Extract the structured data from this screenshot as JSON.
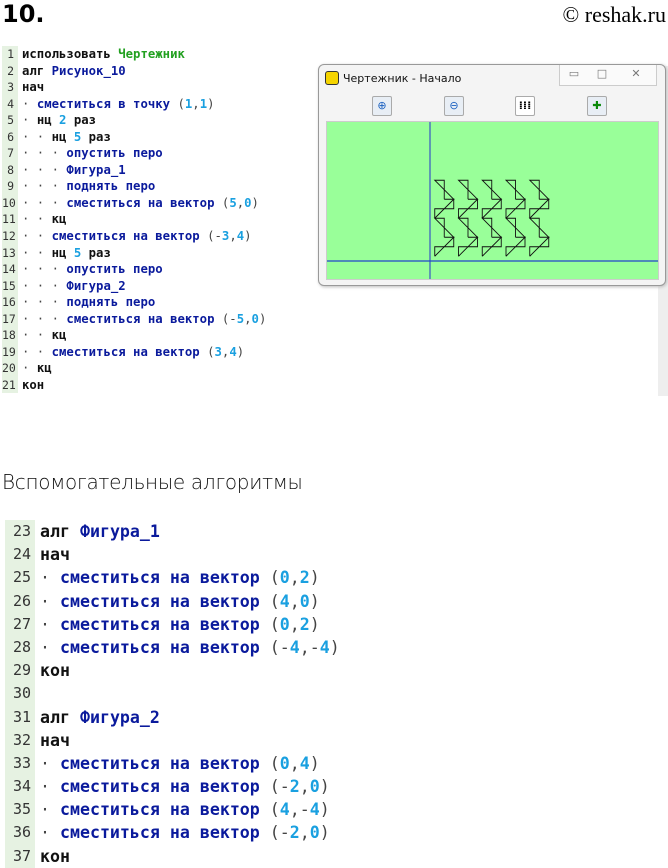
{
  "header": {
    "task_number": "10.",
    "copyright": "© reshak.ru"
  },
  "main_code": [
    {
      "no": "1",
      "t": [
        [
          "k",
          "использовать "
        ],
        [
          "c",
          "Чертежник"
        ]
      ]
    },
    {
      "no": "2",
      "t": [
        [
          "k",
          "алг "
        ],
        [
          "f",
          "Рисунок_10"
        ]
      ]
    },
    {
      "no": "3",
      "t": [
        [
          "k",
          "нач"
        ]
      ]
    },
    {
      "no": "4",
      "t": [
        [
          "d",
          "· "
        ],
        [
          "f",
          "сместиться в точку "
        ],
        [
          "d",
          "("
        ],
        [
          "n",
          "1"
        ],
        [
          "d",
          ","
        ],
        [
          "n",
          "1"
        ],
        [
          "d",
          ")"
        ]
      ]
    },
    {
      "no": "5",
      "t": [
        [
          "d",
          "· "
        ],
        [
          "k",
          "нц "
        ],
        [
          "n",
          "2"
        ],
        [
          "k",
          " раз"
        ]
      ]
    },
    {
      "no": "6",
      "t": [
        [
          "d",
          "· · "
        ],
        [
          "k",
          "нц "
        ],
        [
          "n",
          "5"
        ],
        [
          "k",
          " раз"
        ]
      ]
    },
    {
      "no": "7",
      "t": [
        [
          "d",
          "· · · "
        ],
        [
          "f",
          "опустить перо"
        ]
      ]
    },
    {
      "no": "8",
      "t": [
        [
          "d",
          "· · · "
        ],
        [
          "f",
          "Фигура_1"
        ]
      ]
    },
    {
      "no": "9",
      "t": [
        [
          "d",
          "· · · "
        ],
        [
          "f",
          "поднять перо"
        ]
      ]
    },
    {
      "no": "10",
      "t": [
        [
          "d",
          "· · · "
        ],
        [
          "f",
          "сместиться на вектор "
        ],
        [
          "d",
          "("
        ],
        [
          "n",
          "5"
        ],
        [
          "d",
          ","
        ],
        [
          "n",
          "0"
        ],
        [
          "d",
          ")"
        ]
      ]
    },
    {
      "no": "11",
      "t": [
        [
          "d",
          "· · "
        ],
        [
          "k",
          "кц"
        ]
      ]
    },
    {
      "no": "12",
      "t": [
        [
          "d",
          "· · "
        ],
        [
          "f",
          "сместиться на вектор "
        ],
        [
          "d",
          "(-"
        ],
        [
          "n",
          "3"
        ],
        [
          "d",
          ","
        ],
        [
          "n",
          "4"
        ],
        [
          "d",
          ")"
        ]
      ]
    },
    {
      "no": "13",
      "t": [
        [
          "d",
          "· · "
        ],
        [
          "k",
          "нц "
        ],
        [
          "n",
          "5"
        ],
        [
          "k",
          " раз"
        ]
      ]
    },
    {
      "no": "14",
      "t": [
        [
          "d",
          "· · · "
        ],
        [
          "f",
          "опустить перо"
        ]
      ]
    },
    {
      "no": "15",
      "t": [
        [
          "d",
          "· · · "
        ],
        [
          "f",
          "Фигура_2"
        ]
      ]
    },
    {
      "no": "16",
      "t": [
        [
          "d",
          "· · · "
        ],
        [
          "f",
          "поднять перо"
        ]
      ]
    },
    {
      "no": "17",
      "t": [
        [
          "d",
          "· · · "
        ],
        [
          "f",
          "сместиться на вектор "
        ],
        [
          "d",
          "(-"
        ],
        [
          "n",
          "5"
        ],
        [
          "d",
          ","
        ],
        [
          "n",
          "0"
        ],
        [
          "d",
          ")"
        ]
      ]
    },
    {
      "no": "18",
      "t": [
        [
          "d",
          "· · "
        ],
        [
          "k",
          "кц"
        ]
      ]
    },
    {
      "no": "19",
      "t": [
        [
          "d",
          "· · "
        ],
        [
          "f",
          "сместиться на вектор "
        ],
        [
          "d",
          "("
        ],
        [
          "n",
          "3"
        ],
        [
          "d",
          ","
        ],
        [
          "n",
          "4"
        ],
        [
          "d",
          ")"
        ]
      ]
    },
    {
      "no": "20",
      "t": [
        [
          "d",
          "· "
        ],
        [
          "k",
          "кц"
        ]
      ]
    },
    {
      "no": "21",
      "t": [
        [
          "k",
          "кон"
        ]
      ]
    }
  ],
  "window": {
    "title": "Чертежник - Начало",
    "minimize": "▭",
    "maximize": "□",
    "close": "✕",
    "tools": [
      {
        "name": "zoom-in-icon",
        "glyph": "⊕"
      },
      {
        "name": "zoom-out-icon",
        "glyph": "⊖"
      },
      {
        "name": "grid-icon",
        "glyph": "⁞⁞⁞"
      },
      {
        "name": "fit-icon",
        "glyph": "✚"
      }
    ]
  },
  "heading": "Вспомогательные алгоритмы",
  "aux_code": [
    {
      "no": "23",
      "t": [
        [
          "k",
          "алг "
        ],
        [
          "f",
          "Фигура_1"
        ]
      ]
    },
    {
      "no": "24",
      "t": [
        [
          "k",
          "нач"
        ]
      ]
    },
    {
      "no": "25",
      "t": [
        [
          "d",
          "· "
        ],
        [
          "f",
          "сместиться на вектор "
        ],
        [
          "d",
          "("
        ],
        [
          "n",
          "0"
        ],
        [
          "d",
          ","
        ],
        [
          "n",
          "2"
        ],
        [
          "d",
          ")"
        ]
      ]
    },
    {
      "no": "26",
      "t": [
        [
          "d",
          "· "
        ],
        [
          "f",
          "сместиться на вектор "
        ],
        [
          "d",
          "("
        ],
        [
          "n",
          "4"
        ],
        [
          "d",
          ","
        ],
        [
          "n",
          "0"
        ],
        [
          "d",
          ")"
        ]
      ]
    },
    {
      "no": "27",
      "t": [
        [
          "d",
          "· "
        ],
        [
          "f",
          "сместиться на вектор "
        ],
        [
          "d",
          "("
        ],
        [
          "n",
          "0"
        ],
        [
          "d",
          ","
        ],
        [
          "n",
          "2"
        ],
        [
          "d",
          ")"
        ]
      ]
    },
    {
      "no": "28",
      "t": [
        [
          "d",
          "· "
        ],
        [
          "f",
          "сместиться на вектор "
        ],
        [
          "d",
          "(-"
        ],
        [
          "n",
          "4"
        ],
        [
          "d",
          ",-"
        ],
        [
          "n",
          "4"
        ],
        [
          "d",
          ")"
        ]
      ]
    },
    {
      "no": "29",
      "t": [
        [
          "k",
          "кон"
        ]
      ]
    },
    {
      "no": "30",
      "t": []
    },
    {
      "no": "31",
      "t": [
        [
          "k",
          "алг "
        ],
        [
          "f",
          "Фигура_2"
        ]
      ]
    },
    {
      "no": "32",
      "t": [
        [
          "k",
          "нач"
        ]
      ]
    },
    {
      "no": "33",
      "t": [
        [
          "d",
          "· "
        ],
        [
          "f",
          "сместиться на вектор "
        ],
        [
          "d",
          "("
        ],
        [
          "n",
          "0"
        ],
        [
          "d",
          ","
        ],
        [
          "n",
          "4"
        ],
        [
          "d",
          ")"
        ]
      ]
    },
    {
      "no": "34",
      "t": [
        [
          "d",
          "· "
        ],
        [
          "f",
          "сместиться на вектор "
        ],
        [
          "d",
          "(-"
        ],
        [
          "n",
          "2"
        ],
        [
          "d",
          ","
        ],
        [
          "n",
          "0"
        ],
        [
          "d",
          ")"
        ]
      ]
    },
    {
      "no": "35",
      "t": [
        [
          "d",
          "· "
        ],
        [
          "f",
          "сместиться на вектор "
        ],
        [
          "d",
          "("
        ],
        [
          "n",
          "4"
        ],
        [
          "d",
          ",-"
        ],
        [
          "n",
          "4"
        ],
        [
          "d",
          ")"
        ]
      ]
    },
    {
      "no": "36",
      "t": [
        [
          "d",
          "· "
        ],
        [
          "f",
          "сместиться на вектор "
        ],
        [
          "d",
          "(-"
        ],
        [
          "n",
          "2"
        ],
        [
          "d",
          ","
        ],
        [
          "n",
          "0"
        ],
        [
          "d",
          ")"
        ]
      ]
    },
    {
      "no": "37",
      "t": [
        [
          "k",
          "кон"
        ]
      ]
    }
  ]
}
